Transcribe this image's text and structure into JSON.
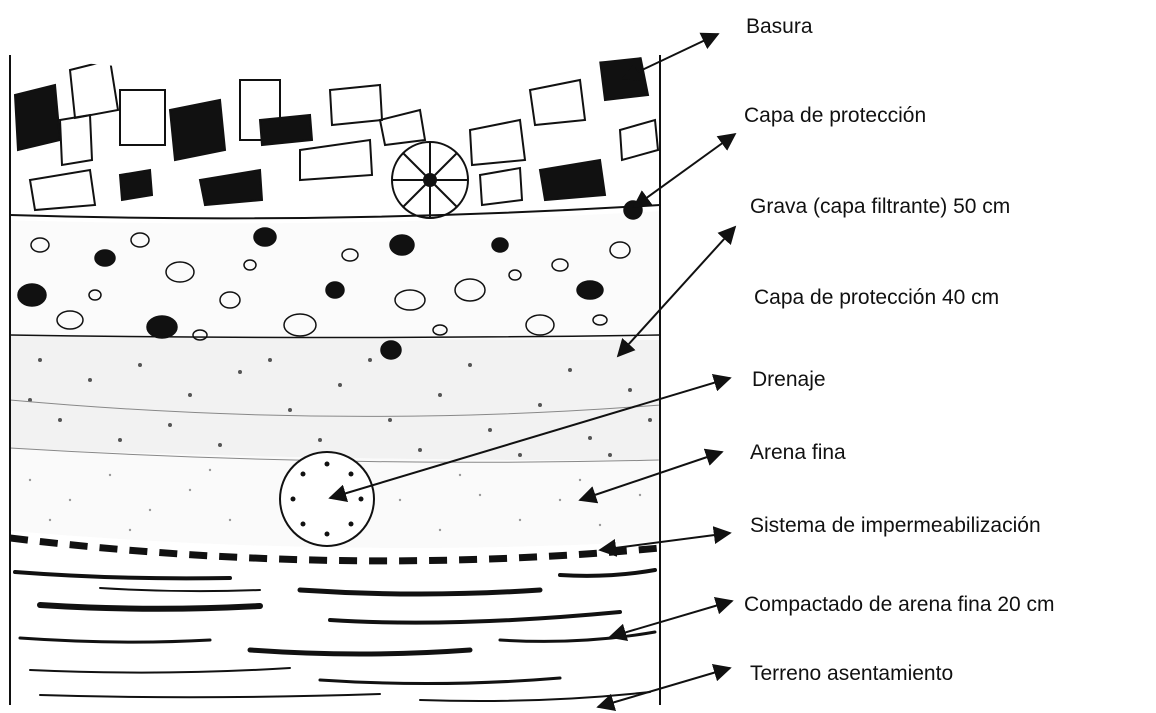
{
  "labels": {
    "basura": "Basura",
    "capa_proteccion": "Capa de protección",
    "grava": "Grava (capa filtrante) 50 cm",
    "capa_proteccion_40": "Capa de protección 40 cm",
    "drenaje": "Drenaje",
    "arena_fina": "Arena fina",
    "sistema": "Sistema de impermeabilización",
    "compactado": "Compactado de arena fina 20 cm",
    "terreno": "Terreno asentamiento"
  },
  "colors": {
    "ink": "#111111",
    "background": "#ffffff"
  }
}
